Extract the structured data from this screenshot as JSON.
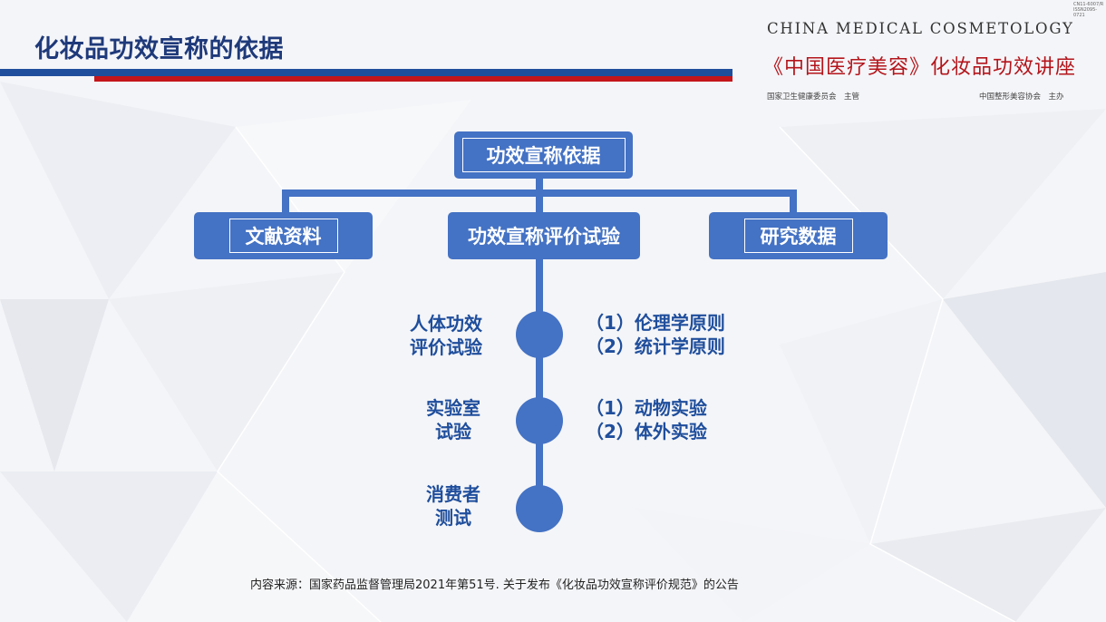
{
  "header": {
    "title": "化妆品功效宣称的依据",
    "brand_en": "CHINA MEDICAL COSMETOLOGY",
    "brand_cn": "《中国医疗美容》化妆品功效讲座",
    "sponsor_left": "国家卫生健康委员会　主管",
    "sponsor_right": "中国整形美容协会　主办",
    "code_line1": "CN11-6007/R",
    "code_line2": "ISSN2095-0721"
  },
  "diagram": {
    "root": "功效宣称依据",
    "branches": [
      "文献资料",
      "功效宣称评价试验",
      "研究数据"
    ],
    "tests": [
      {
        "name_line1": "人体功效",
        "name_line2": "评价试验",
        "detail_line1": "（1）伦理学原则",
        "detail_line2": "（2）统计学原则"
      },
      {
        "name_line1": "实验室",
        "name_line2": "试验",
        "detail_line1": "（1）动物实验",
        "detail_line2": "（2）体外实验"
      },
      {
        "name_line1": "消费者",
        "name_line2": "测试",
        "detail_line1": "",
        "detail_line2": ""
      }
    ]
  },
  "footer": {
    "source": "内容来源：国家药品监督管理局2021年第51号. 关于发布《化妆品功效宣称评价规范》的公告"
  },
  "colors": {
    "node_blue": "#4472c4",
    "title_blue": "#1f3a7a",
    "accent_red": "#c3151b"
  }
}
